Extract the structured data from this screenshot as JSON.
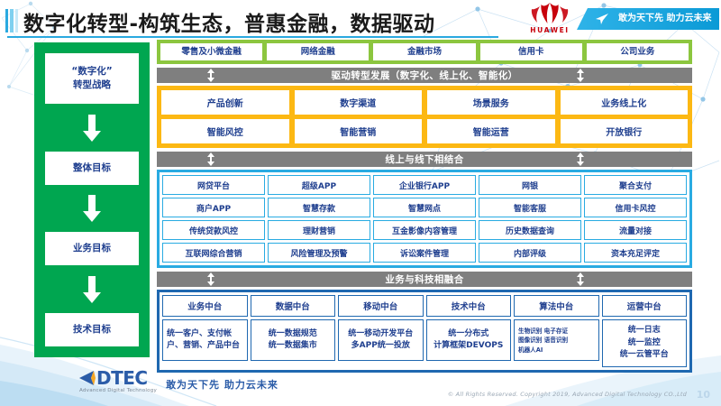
{
  "header": {
    "title": "数字化转型-构筑生态，普惠金融，数据驱动",
    "brand": "HUAWEI",
    "banner_text": "敢为天下先 助力云未来"
  },
  "strategy_column": {
    "items": [
      {
        "label": "“数字化”\n转型战略"
      },
      {
        "label": "整体目标"
      },
      {
        "label": "业务目标"
      },
      {
        "label": "技术目标"
      }
    ]
  },
  "business_lines": {
    "cells": [
      "零售及小微金融",
      "网络金融",
      "金融市场",
      "信用卡",
      "公司业务"
    ]
  },
  "separators": {
    "drive": "驱动转型发展（数字化、线上化、智能化）",
    "online_offline": "线上与线下相结合",
    "biz_tech": "业务与科技相融合"
  },
  "overall_goal": {
    "rows": [
      [
        "产品创新",
        "数字渠道",
        "场景服务",
        "业务线上化"
      ],
      [
        "智能风控",
        "智能营销",
        "智能运营",
        "开放银行"
      ]
    ]
  },
  "business_goal": {
    "rows": [
      [
        "网贷平台",
        "超级APP",
        "企业银行APP",
        "网银",
        "聚合支付"
      ],
      [
        "商户APP",
        "智慧存款",
        "智慧网点",
        "智能客服",
        "信用卡风控"
      ],
      [
        "传统贷款风控",
        "理财营销",
        "互金影像内容管理",
        "历史数据查询",
        "流量对接"
      ],
      [
        "互联网综合营销",
        "风险管理及预警",
        "诉讼案件管理",
        "内部评级",
        "资本充足评定"
      ]
    ]
  },
  "tech_goal": {
    "columns": [
      {
        "head": "业务中台",
        "body": "统一客户、支付帐户、营销、产品中台",
        "style": "left"
      },
      {
        "head": "数据中台",
        "body": "统一数据规范\n统一数据集市",
        "style": "center"
      },
      {
        "head": "移动中台",
        "body": "统一移动开发平台\n多APP统一投放",
        "style": "center"
      },
      {
        "head": "技术中台",
        "body": "统一分布式\n计算框架DEVOPS",
        "style": "center"
      },
      {
        "head": "算法中台",
        "body": "生物识别 电子存证\n图像识别 语音识别\n机器人AI",
        "style": "tiny"
      },
      {
        "head": "运营中台",
        "body": "统一日志\n统一监控\n统一云管平台",
        "style": "center"
      }
    ]
  },
  "footer": {
    "logo_word": "DTEC",
    "logo_sub": "Advanced Digital Technology",
    "slogan": "敢为天下先  助力云未来",
    "copyright": "© All Rights Reserved. Copyright 2019, Advanced Digital Technology CO.,Ltd",
    "page_number": "10"
  },
  "colors": {
    "green_sidebar": "#00a650",
    "green_band": "#8cc63f",
    "orange_band": "#fcb813",
    "blue_band": "#29abe2",
    "deep_blue_band": "#1f68b0",
    "gray_sep": "#7f7f7f",
    "text_blue": "#1f3f8f",
    "accent_cyan": "#2aa9e0",
    "huawei_red": "#c7000b"
  }
}
